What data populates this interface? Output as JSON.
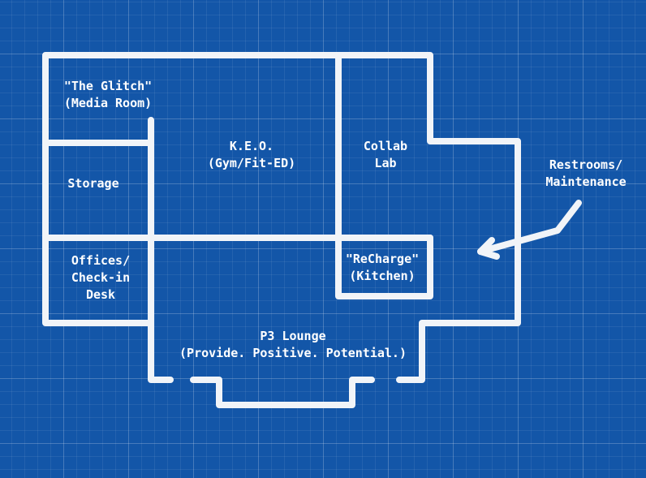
{
  "diagram": {
    "type": "floor-plan",
    "style": "blueprint",
    "colors": {
      "background": "#1356a8",
      "walls": "#f1f4f8",
      "text": "#ffffff"
    },
    "rooms": [
      {
        "id": "the-glitch",
        "lines": [
          "\"The Glitch\"",
          "(Media Room)"
        ]
      },
      {
        "id": "storage",
        "lines": [
          "Storage"
        ]
      },
      {
        "id": "offices",
        "lines": [
          "Offices/",
          "Check-in",
          "Desk"
        ]
      },
      {
        "id": "keo",
        "lines": [
          "K.E.O.",
          "(Gym/Fit-ED)"
        ]
      },
      {
        "id": "collab-lab",
        "lines": [
          "Collab",
          "Lab"
        ]
      },
      {
        "id": "recharge",
        "lines": [
          "\"ReCharge\"",
          "(Kitchen)"
        ]
      },
      {
        "id": "p3-lounge",
        "lines": [
          "P3 Lounge",
          "(Provide. Positive. Potential.)"
        ]
      }
    ],
    "callouts": [
      {
        "id": "restrooms",
        "lines": [
          "Restrooms/",
          "Maintenance"
        ],
        "points_to": "right-wing"
      }
    ]
  }
}
